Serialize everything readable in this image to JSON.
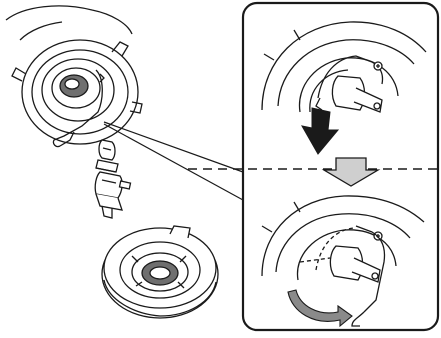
{
  "diagram": {
    "colors": {
      "line": "#1a1a1a",
      "fill": "#ffffff",
      "shade": "#6f6f6f",
      "dark": "#1a1a1a",
      "gray_arrow": "#9a9a9a",
      "dashed": "#1a1a1a"
    },
    "parts": [
      "headlight-housing",
      "retaining-spring-clip",
      "halogen-bulb",
      "bulb-socket",
      "dust-cover"
    ],
    "panels": [
      {
        "step": "push-clip-down",
        "arrow": "down"
      },
      {
        "step": "release-clip",
        "arrow": "curved-out"
      }
    ]
  }
}
